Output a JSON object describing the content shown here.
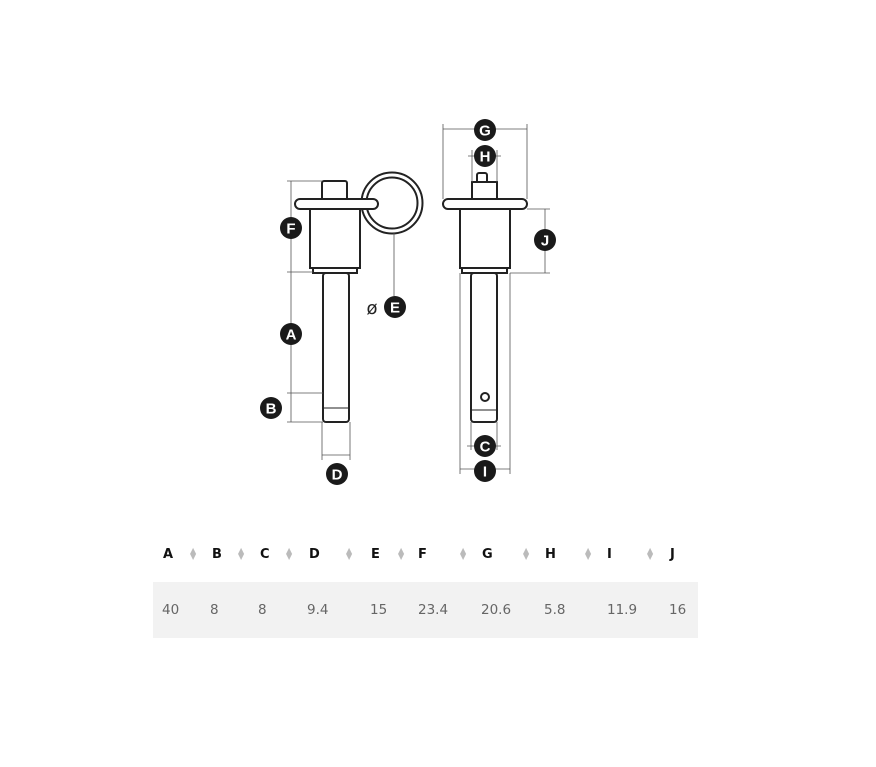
{
  "diagram": {
    "labels": {
      "A": "A",
      "B": "B",
      "C": "C",
      "D": "D",
      "E": "E",
      "F": "F",
      "G": "G",
      "H": "H",
      "I": "I",
      "J": "J"
    },
    "diameter_symbol": "ø"
  },
  "table": {
    "columns": [
      "A",
      "B",
      "C",
      "D",
      "E",
      "F",
      "G",
      "H",
      "I",
      "J"
    ],
    "rows": [
      [
        "40",
        "8",
        "8",
        "9.4",
        "15",
        "23.4",
        "20.6",
        "5.8",
        "11.9",
        "16"
      ]
    ]
  }
}
